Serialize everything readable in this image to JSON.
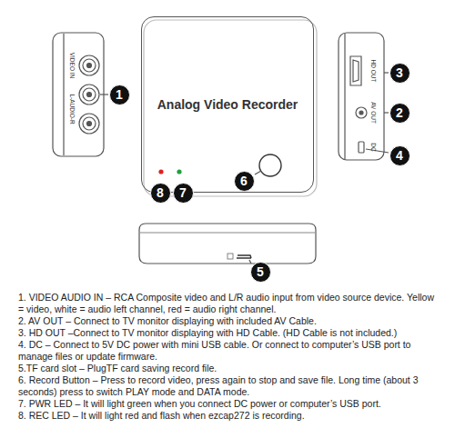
{
  "diagram": {
    "nodes": [
      {
        "text": [
          "Analog Video Recorder"
        ]
      },
      {
        "text": [
          "1"
        ]
      },
      {
        "text": [
          "2"
        ]
      },
      {
        "text": [
          "3"
        ]
      },
      {
        "text": [
          "4"
        ]
      },
      {
        "text": [
          "5"
        ]
      },
      {
        "text": [
          "6"
        ]
      },
      {
        "text": [
          "7"
        ]
      },
      {
        "text": [
          "8"
        ]
      }
    ],
    "labels": [
      "VIDEO IN",
      "L-AUDIO-R",
      "HD OUT",
      "AV OUT",
      "DC",
      "1. VIDEO AUDIO IN – RCA Composite video and L/R audio input from video source device. Yellow = video, white = audio left channel, red = audio right channel.",
      "2. AV OUT – Connect to TV monitor displaying with included AV Cable.",
      "3. HD OUT –Connect to TV monitor displaying with HD Cable. (HD Cable is not included.)",
      "4. DC – Connect to 5V DC power with mini USB cable. Or connect to computer’s USB port to manage files or update firmware.",
      "5.TF card slot – PlugTF card saving record file.",
      "6. Record Button – Press to record video, press again to stop and save file. Long time (about 3 seconds) press to switch PLAY mode and DATA mode.",
      "7. PWR LED – It will light green when you connect DC power or computer’s USB port.",
      "8. REC LED – It will light red and flash when ezcap272 is recording."
    ]
  }
}
